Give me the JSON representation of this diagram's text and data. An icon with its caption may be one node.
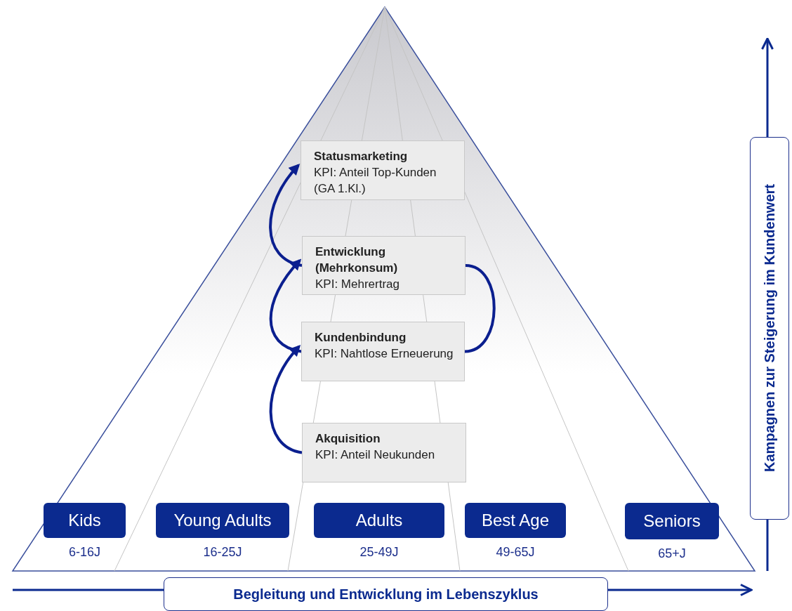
{
  "diagram": {
    "nodes": [
      {
        "text": [
          "Statusmarketing",
          "KPI: Anteil Top-Kunden (GA 1.Kl.)"
        ]
      },
      {
        "text": [
          "Entwicklung (Mehrkonsum)",
          "KPI: Mehrertrag"
        ]
      },
      {
        "text": [
          "Kundenbindung",
          "KPI: Nahtlose Erneuerung"
        ]
      },
      {
        "text": [
          "Akquisition",
          "KPI: Anteil Neukunden"
        ]
      },
      {
        "text": [
          "Kids"
        ],
        "beside": [
          "6-16J"
        ]
      },
      {
        "text": [
          "Young Adults"
        ],
        "beside": [
          "16-25J"
        ]
      },
      {
        "text": [
          "Adults"
        ],
        "beside": [
          "25-49J"
        ]
      },
      {
        "text": [
          "Best Age"
        ],
        "beside": [
          "49-65J"
        ]
      },
      {
        "text": [
          "Seniors"
        ],
        "beside": [
          "65+J"
        ]
      },
      {
        "text": [
          "Kampagnen zur Steigerung im Kundenwert"
        ]
      },
      {
        "text": [
          "Begleitung und Entwicklung im Lebenszyklus"
        ]
      }
    ],
    "edges": [
      {
        "from": 3,
        "to": 2,
        "arrow": "to"
      },
      {
        "from": 2,
        "to": 1,
        "arrow": "to"
      },
      {
        "from": 1,
        "to": 0,
        "arrow": "to"
      },
      {
        "from": 2,
        "to": 1,
        "arrow": "none"
      }
    ]
  }
}
